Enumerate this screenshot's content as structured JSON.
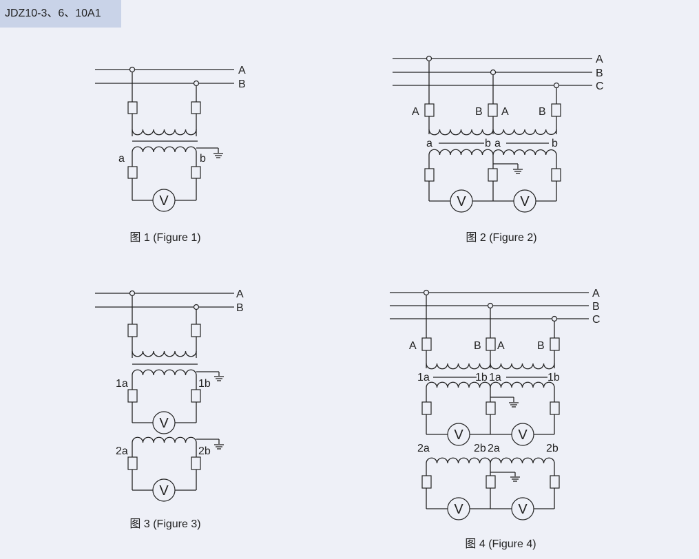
{
  "header": {
    "title": "JDZ10-3、6、10A1"
  },
  "figures": [
    {
      "caption": "图 1 (Figure 1)",
      "bus_labels": [
        "A",
        "B"
      ],
      "terminal_labels": [
        "a",
        "b"
      ],
      "meter_symbol": "V"
    },
    {
      "caption": "图 2 (Figure 2)",
      "bus_labels": [
        "A",
        "B",
        "C"
      ],
      "primary_labels": [
        "A",
        "B",
        "A",
        "B"
      ],
      "terminal_labels": [
        "a",
        "b",
        "a",
        "b"
      ],
      "meter_symbol": "V"
    },
    {
      "caption": "图 3 (Figure 3)",
      "bus_labels": [
        "A",
        "B"
      ],
      "terminal_labels": [
        "1a",
        "1b",
        "2a",
        "2b"
      ],
      "meter_symbol": "V"
    },
    {
      "caption": "图 4 (Figure 4)",
      "bus_labels": [
        "A",
        "B",
        "C"
      ],
      "primary_labels": [
        "A",
        "B",
        "A",
        "B"
      ],
      "terminal_labels": [
        "1a",
        "1b",
        "1a",
        "1b",
        "2a",
        "2b",
        "2a",
        "2b"
      ],
      "meter_symbol": "V"
    }
  ]
}
